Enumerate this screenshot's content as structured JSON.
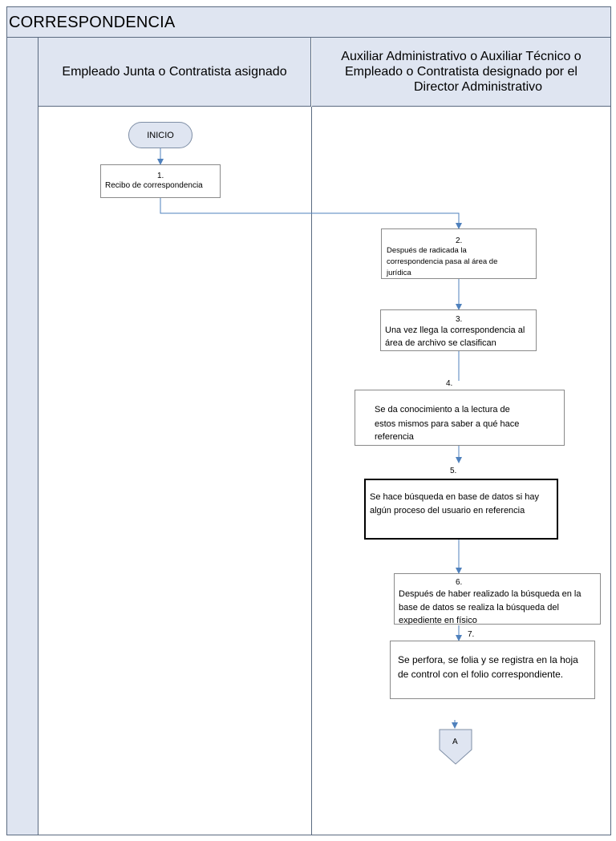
{
  "title": "CORRESPONDENCIA",
  "lanes": {
    "left": "Empleado Junta o Contratista asignado",
    "right_line1": "Auxiliar Administrativo o Auxiliar Técnico o",
    "right_line2": "Empleado o Contratista designado por el",
    "right_line3": "Director Administrativo"
  },
  "start": "INICIO",
  "steps": [
    {
      "num": "1.",
      "text": "Recibo de correspondencia"
    },
    {
      "num": "2.",
      "line1": "Después de radicada la",
      "line2": "correspondencia pasa al área de",
      "line3": "jurídica"
    },
    {
      "num": "3.",
      "line1": "Una vez llega la correspondencia al",
      "line2": "área de archivo se clasifican"
    },
    {
      "num": "4.",
      "line1": "Se da conocimiento a la lectura de",
      "line2": "estos mismos para saber a qué hace",
      "line3": "referencia"
    },
    {
      "num": "5.",
      "line1": "Se hace búsqueda en base de datos si hay",
      "line2": "algún proceso del usuario en referencia"
    },
    {
      "num": "6.",
      "line1": "Después de haber realizado la búsqueda en la",
      "line2": "base de datos se realiza la búsqueda del",
      "line3": "expediente en físico"
    },
    {
      "num": "7.",
      "line1": "Se perfora, se folia y se registra en la hoja",
      "line2": "de control con el folio correspondiente."
    }
  ],
  "connector": "A",
  "colors": {
    "header_fill": "#dfe5f1",
    "border": "#5a6a80",
    "arrow": "#4f81bd"
  }
}
